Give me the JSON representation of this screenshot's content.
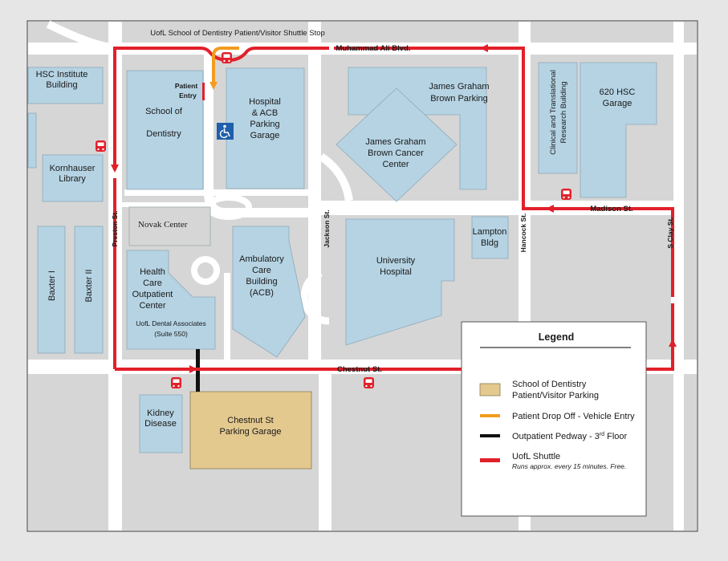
{
  "map": {
    "shuttle_stop_label": "UofL School of Dentistry Patient/Visitor Shuttle Stop",
    "streets": {
      "muhammad_ali": "Muhammad Ali Blvd.",
      "madison": "Madison St.",
      "chestnut": "Chestnut St.",
      "preston": "Preston St.",
      "jackson": "Jackson St.",
      "hancock": "Hancock St.",
      "s_clay": "S Clay St."
    },
    "buildings": {
      "hsc_institute": [
        "HSC Institute",
        "Building"
      ],
      "kornhauser": [
        "Kornhauser",
        "Library"
      ],
      "baxter1": "Baxter I",
      "baxter2": "Baxter II",
      "dentistry": [
        "School of",
        "Dentistry"
      ],
      "patient_entry": [
        "Patient",
        "Entry"
      ],
      "hospital_garage": [
        "Hospital",
        "& ACB",
        "Parking",
        "Garage"
      ],
      "jg_parking": [
        "James Graham",
        "Brown Parking"
      ],
      "jg_cancer": [
        "James Graham",
        "Brown Cancer",
        "Center"
      ],
      "ctrb": [
        "Clinical and Translational",
        "Research Building"
      ],
      "hsc_garage": [
        "620 HSC",
        "Garage"
      ],
      "novak": "Novak Center",
      "hcoc": [
        "Health",
        "Care",
        "Outpatient",
        "Center"
      ],
      "dental_assoc": [
        "UofL Dental Associates",
        "(Suite 550)"
      ],
      "acb": [
        "Ambulatory",
        "Care",
        "Building",
        "(ACB)"
      ],
      "univ_hospital": [
        "University",
        "Hospital"
      ],
      "lampton": [
        "Lampton",
        "Bldg"
      ],
      "kidney": [
        "Kidney",
        "Disease"
      ],
      "chestnut_garage": [
        "Chestnut St",
        "Parking Garage"
      ]
    },
    "colors": {
      "building": "#b5d3e3",
      "block": "#d6d6d6",
      "road": "#ffffff",
      "parking": "#e4c98f",
      "shuttle": "#e2202a",
      "dropoff": "#f39c1f",
      "pedway": "#111111",
      "accessible": "#1f5fab"
    },
    "icons": {
      "bus": "shuttle-bus-icon",
      "accessible": "wheelchair-accessible-icon",
      "arrow": "route-direction-arrow-icon"
    }
  },
  "legend": {
    "title": "Legend",
    "items": [
      {
        "key": "parking",
        "label1": "School of Dentistry",
        "label2": "Patient/Visitor Parking"
      },
      {
        "key": "dropoff",
        "label1": "Patient Drop Off - Vehicle Entry"
      },
      {
        "key": "pedway",
        "label1": "Outpatient Pedway - 3",
        "sup": "rd",
        "label1b": " Floor"
      },
      {
        "key": "shuttle",
        "label1": "UofL Shuttle",
        "label2": "Runs approx. every 15 minutes. Free."
      }
    ]
  }
}
